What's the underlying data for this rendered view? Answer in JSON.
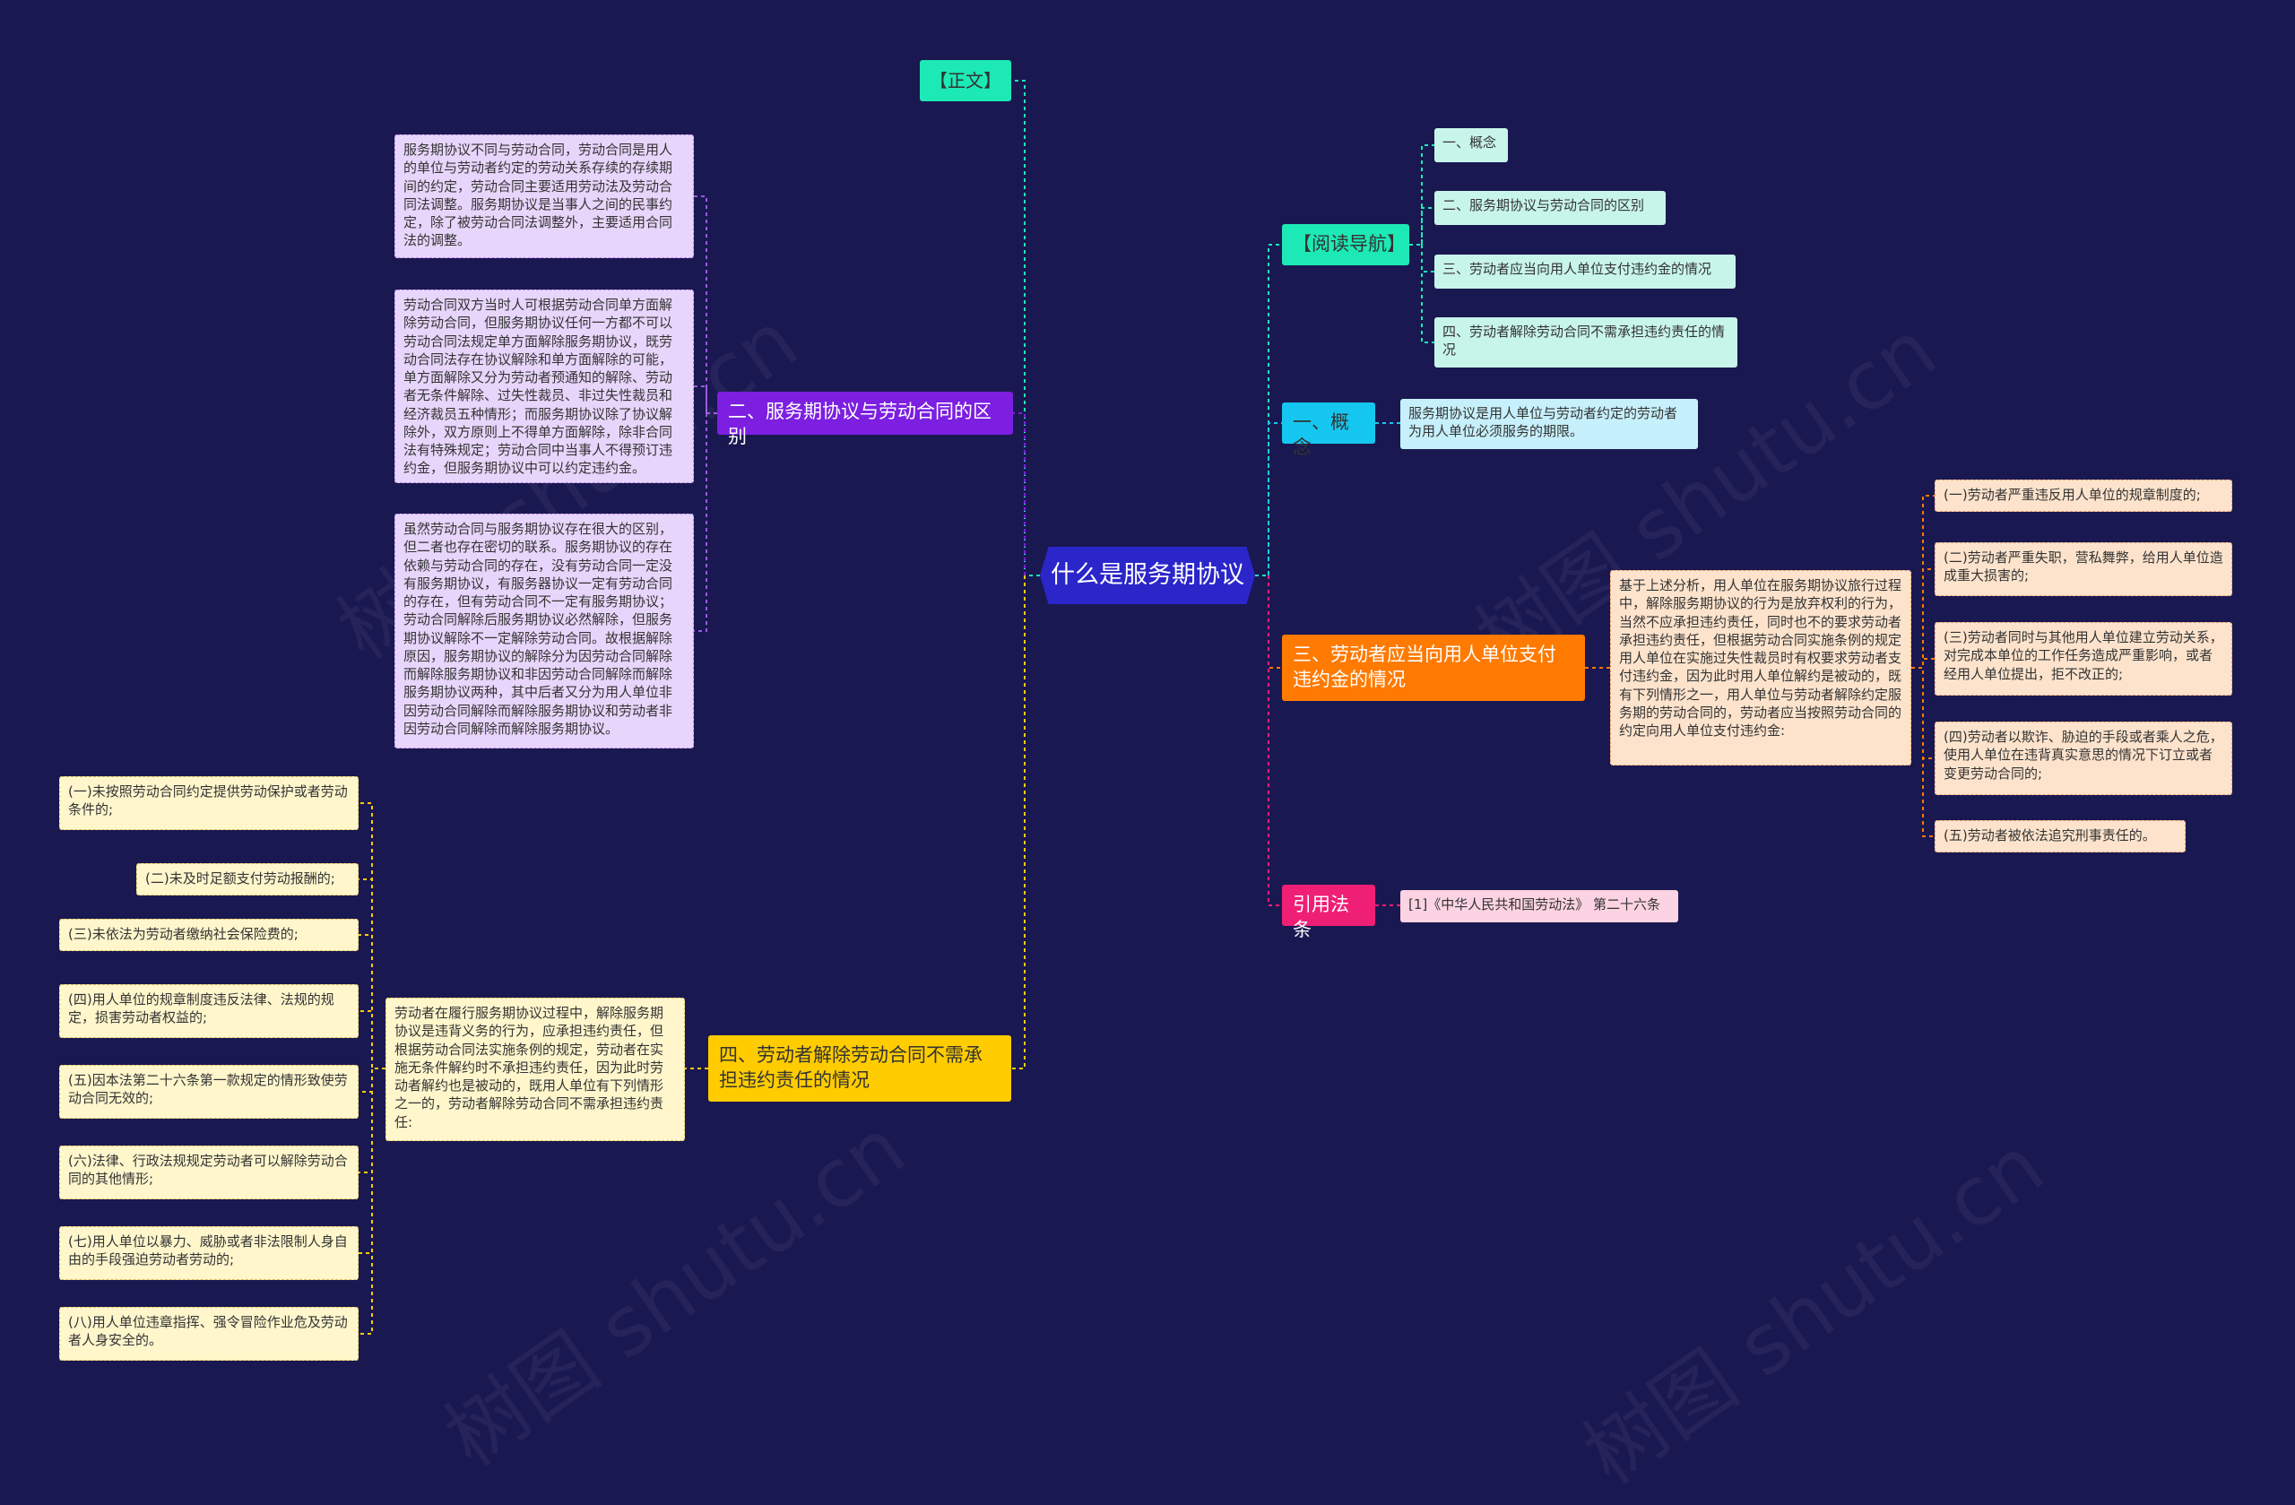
{
  "title": "什么是服务期协议",
  "colors": {
    "background": "#1a1851",
    "center": "#2b26c9",
    "teal": "#1de9b6",
    "purple": "#7c1fe0",
    "yellow": "#ffcc00",
    "cyan": "#15c7f0",
    "orange": "#ff7a00",
    "pink": "#ef1f75"
  },
  "main_text_tag": "【正文】",
  "left": {
    "b2_label": "二、服务期协议与劳动合同的区别",
    "b2_texts": [
      "服务期协议不同与劳动合同，劳动合同是用人的单位与劳动者约定的劳动关系存续的存续期间的约定，劳动合同主要适用劳动法及劳动合同法调整。服务期协议是当事人之间的民事约定，除了被劳动合同法调整外，主要适用合同法的调整。",
      "劳动合同双方当时人可根据劳动合同单方面解除劳动合同，但服务期协议任何一方都不可以劳动合同法规定单方面解除服务期协议，既劳动合同法存在协议解除和单方面解除的可能，单方面解除又分为劳动者预通知的解除、劳动者无条件解除、过失性裁员、非过失性裁员和经济裁员五种情形；而服务期协议除了协议解除外，双方原则上不得单方面解除，除非合同法有特殊规定；劳动合同中当事人不得预订违约金，但服务期协议中可以约定违约金。",
      "虽然劳动合同与服务期协议存在很大的区别，但二者也存在密切的联系。服务期协议的存在依赖与劳动合同的存在，没有劳动合同一定没有服务期协议，有服务器协议一定有劳动合同的存在，但有劳动合同不一定有服务期协议；劳动合同解除后服务期协议必然解除，但服务期协议解除不一定解除劳动合同。故根据解除原因，服务期协议的解除分为因劳动合同解除而解除服务期协议和非因劳动合同解除而解除服务期协议两种，其中后者又分为用人单位非因劳动合同解除而解除服务期协议和劳动者非因劳动合同解除而解除服务期协议。"
    ],
    "b4_label": "四、劳动者解除劳动合同不需承担违约责任的情况",
    "b4_text": "劳动者在履行服务期协议过程中，解除服务期协议是违背义务的行为，应承担违约责任，但根据劳动合同法实施条例的规定，劳动者在实施无条件解约时不承担违约责任，因为此时劳动者解约也是被动的，既用人单位有下列情形之一的，劳动者解除劳动合同不需承担违约责任:",
    "b4_items": [
      "(一)未按照劳动合同约定提供劳动保护或者劳动条件的;",
      "(二)未及时足额支付劳动报酬的;",
      "(三)未依法为劳动者缴纳社会保险费的;",
      "(四)用人单位的规章制度违反法律、法规的规定，损害劳动者权益的;",
      "(五)因本法第二十六条第一款规定的情形致使劳动合同无效的;",
      "(六)法律、行政法规规定劳动者可以解除劳动合同的其他情形;",
      "(七)用人单位以暴力、威胁或者非法限制人身自由的手段强迫劳动者劳动的;",
      "(八)用人单位违章指挥、强令冒险作业危及劳动者人身安全的。"
    ]
  },
  "right": {
    "nav_label": "【阅读导航】",
    "nav_items": [
      "一、概念",
      "二、服务期协议与劳动合同的区别",
      "三、劳动者应当向用人单位支付违约金的情况",
      "四、劳动者解除劳动合同不需承担违约责任的情况"
    ],
    "b1_label": "一、概念",
    "b1_text": "服务期协议是用人单位与劳动者约定的劳动者为用人单位必须服务的期限。",
    "b3_label": "三、劳动者应当向用人单位支付违约金的情况",
    "b3_text": "基于上述分析，用人单位在服务期协议旅行过程中，解除服务期协议的行为是放弃权利的行为，当然不应承担违约责任，同时也不的要求劳动者承担违约责任，但根据劳动合同实施条例的规定用人单位在实施过失性裁员时有权要求劳动者支付违约金，因为此时用人单位解约是被动的，既有下列情形之一，用人单位与劳动者解除约定服务期的劳动合同的，劳动者应当按照劳动合同的约定向用人单位支付违约金:",
    "b3_items": [
      "(一)劳动者严重违反用人单位的规章制度的;",
      "(二)劳动者严重失职，营私舞弊，给用人单位造成重大损害的;",
      "(三)劳动者同时与其他用人单位建立劳动关系，对完成本单位的工作任务造成严重影响，或者经用人单位提出，拒不改正的;",
      "(四)劳动者以欺诈、胁迫的手段或者乘人之危，使用人单位在违背真实意思的情况下订立或者变更劳动合同的;",
      "(五)劳动者被依法追究刑事责任的。"
    ],
    "law_label": "引用法条",
    "law_text": "[1]《中华人民共和国劳动法》 第二十六条"
  },
  "watermark_text": "树图 shutu.cn"
}
